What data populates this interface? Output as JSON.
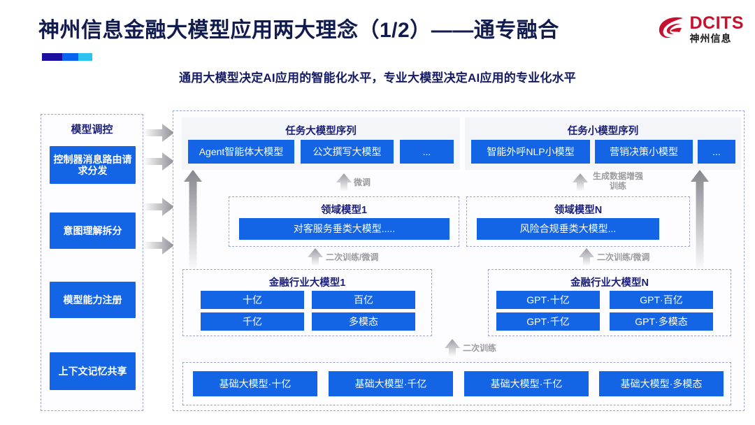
{
  "header": {
    "title": "神州信息金融大模型应用两大理念（1/2）——通专融合",
    "subtitle": "通用大模型决定AI应用的智能化水平，专业大模型决定AI应用的专业化水平",
    "accent_colors": [
      "#1b0f9e",
      "#0a63f0",
      "#2cc3ef"
    ],
    "logo": {
      "en": "DCITS",
      "cn": "神州信息",
      "color": "#c8102e"
    }
  },
  "theme": {
    "box_blue": "#1464e6",
    "title_navy": "#1b1f7a",
    "panel_grey": "#f4f5f8",
    "dash_border": "#9aa6d8",
    "arrow_grey": "#9b9ba1"
  },
  "control_column": {
    "title": "模型调控",
    "items": [
      {
        "label": "控制器消息路由请求分发"
      },
      {
        "label": "意图理解拆分"
      },
      {
        "label": "模型能力注册"
      },
      {
        "label": "上下文记忆共享"
      }
    ]
  },
  "task_layer": {
    "groups": [
      {
        "title": "任务大模型序列",
        "boxes": [
          "Agent智能体大模型",
          "公文撰写大模型",
          "..."
        ]
      },
      {
        "title": "任务小模型序列",
        "boxes": [
          "智能外呼NLP小模型",
          "营销决策小模型",
          "..."
        ]
      }
    ]
  },
  "domain_layer": {
    "groups": [
      {
        "title": "领域模型1",
        "boxes": [
          "对客服务垂类大模型....."
        ]
      },
      {
        "title": "领域模型N",
        "boxes": [
          "风险合规垂类大模型..."
        ]
      }
    ]
  },
  "industry_layer": {
    "groups": [
      {
        "title": "金融行业大模型1",
        "boxes": [
          "十亿",
          "百亿",
          "千亿",
          "多模态"
        ]
      },
      {
        "title": "金融行业大模型N",
        "boxes": [
          "GPT·十亿",
          "GPT·百亿",
          "GPT·千亿",
          "GPT·多模态"
        ]
      }
    ]
  },
  "base_layer": {
    "boxes": [
      "基础大模型·十亿",
      "基础大模型·千亿",
      "基础大模型·千亿",
      "基础大模型·多模态"
    ]
  },
  "flow_labels": {
    "fine_tune": "微调",
    "data_aug": "生成数据增强训练",
    "retrain_left": "二次训练/微调",
    "retrain_right": "二次训练/微调",
    "retrain_base": "二次训练"
  }
}
